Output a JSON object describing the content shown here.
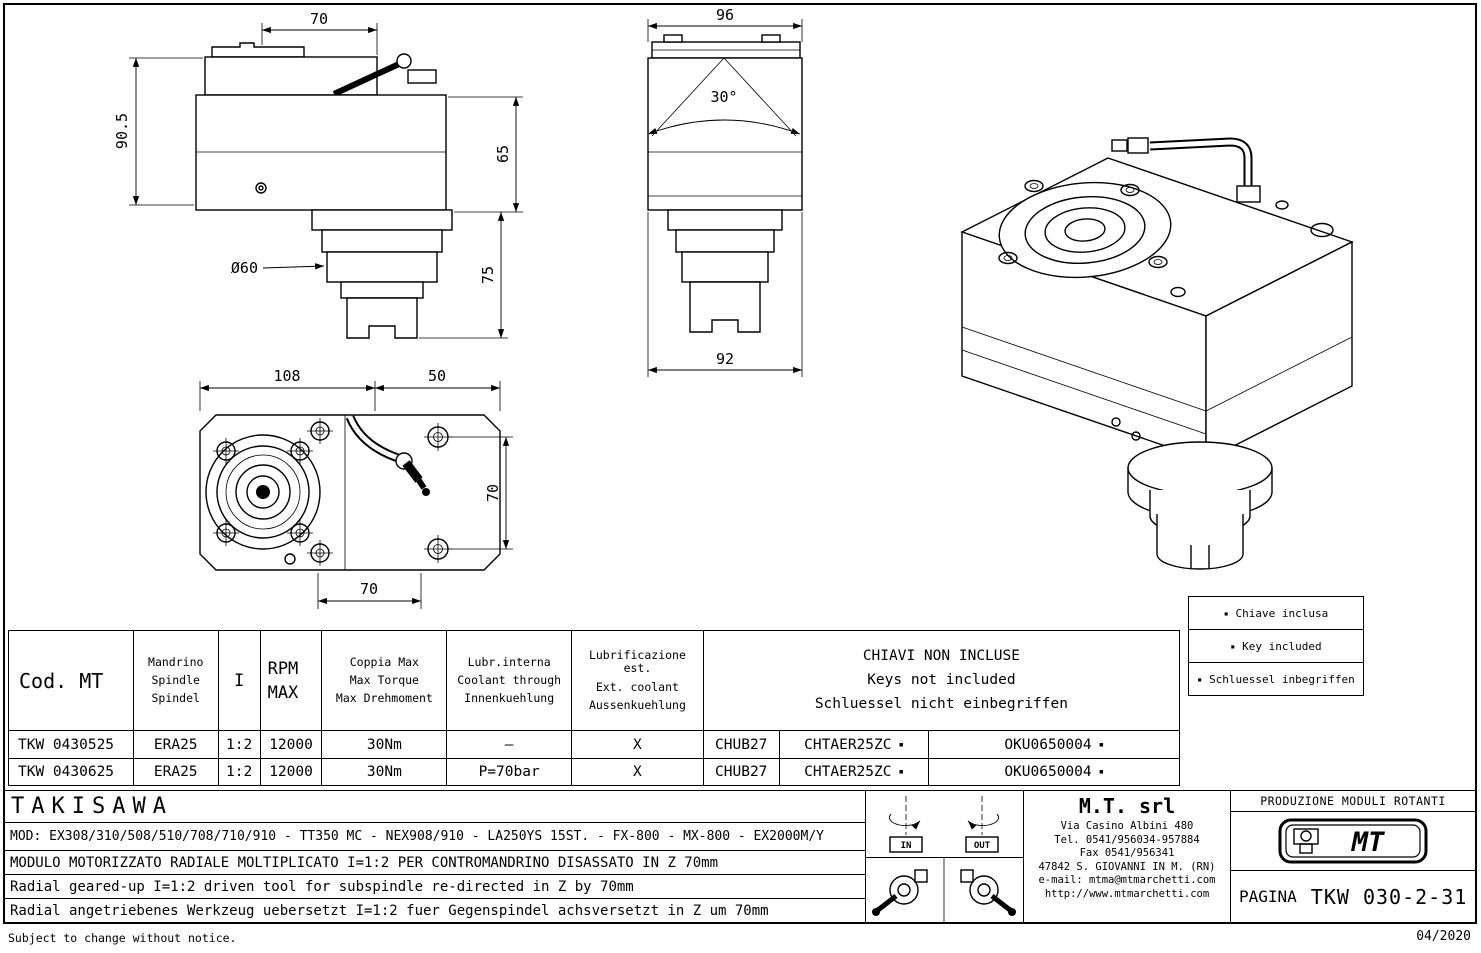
{
  "dims": {
    "front": {
      "top_width": "70",
      "left_height": "90.5",
      "right_upper": "65",
      "right_lower": "75",
      "flange_dia": "Ø60"
    },
    "side": {
      "top_width": "96",
      "swivel_angle": "30°",
      "bottom_width": "92"
    },
    "bottom": {
      "top_left": "108",
      "top_right": "50",
      "right_height": "70",
      "bottom_offset": "70"
    }
  },
  "legend": {
    "bullet": "▪",
    "items": [
      "Chiave inclusa",
      "Key included",
      "Schluessel inbegriffen"
    ]
  },
  "table": {
    "col_cod": "Cod. MT",
    "col_mandrino": [
      "Mandrino",
      "Spindle",
      "Spindel"
    ],
    "col_ratio": "I",
    "col_rpm": [
      "RPM",
      "MAX"
    ],
    "col_torque": [
      "Coppia Max",
      "Max Torque",
      "Max Drehmoment"
    ],
    "col_coolant_int": [
      "Lubr.interna",
      "Coolant through",
      "Innenkuehlung"
    ],
    "col_coolant_ext": [
      "Lubrificazione est.",
      "Ext. coolant",
      "Aussenkuehlung"
    ],
    "col_keys": [
      "CHIAVI NON INCLUSE",
      "Keys not included",
      "Schluessel nicht einbegriffen"
    ],
    "marker": "▪",
    "rows": [
      {
        "cod": "TKW 0430525",
        "mandrino": "ERA25",
        "ratio": "1:2",
        "rpm": "12000",
        "torque": "30Nm",
        "coolant_int": "–",
        "coolant_ext": "X",
        "key1": "CHUB27",
        "key2": "CHTAER25ZC",
        "key3": "OKU0650004"
      },
      {
        "cod": "TKW 0430625",
        "mandrino": "ERA25",
        "ratio": "1:2",
        "rpm": "12000",
        "torque": "30Nm",
        "coolant_int": "P=70bar",
        "coolant_ext": "X",
        "key1": "CHUB27",
        "key2": "CHTAER25ZC",
        "key3": "OKU0650004"
      }
    ]
  },
  "titleblock": {
    "brand": "TAKISAWA",
    "mod_line": "MOD: EX308/310/508/510/708/710/910 - TT350 MC - NEX908/910 - LA250YS 15ST. - FX-800 - MX-800 - EX2000M/Y",
    "desc_it": "MODULO MOTORIZZATO RADIALE MOLTIPLICATO I=1:2 PER CONTROMANDRINO DISASSATO IN Z 70mm",
    "desc_en": "Radial geared-up I=1:2 driven tool for subspindle re-directed in Z by 70mm",
    "desc_de": "Radial angetriebenes Werkzeug uebersetzt I=1:2 fuer Gegenspindel achsversetzt in Z um 70mm",
    "rotation": {
      "in": "IN",
      "out": "OUT"
    },
    "company": {
      "name": "M.T. srl",
      "address": "Via Casino Albini 480",
      "tel": "Tel. 0541/956034-957884",
      "fax": "Fax 0541/956341",
      "city": "47842 S. GIOVANNI IN M. (RN)",
      "email": "e-mail: mtma@mtmarchetti.com",
      "web": "http://www.mtmarchetti.com"
    },
    "production": "PRODUZIONE MODULI ROTANTI",
    "logo_text": "MT",
    "page_label": "PAGINA",
    "page_code": "TKW 030-2-31"
  },
  "footer": {
    "notice": "Subject to change without notice.",
    "date": "04/2020"
  }
}
